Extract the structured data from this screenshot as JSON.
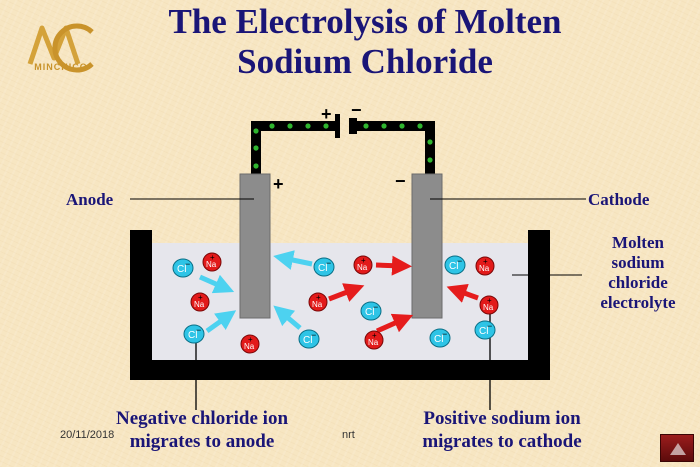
{
  "title": {
    "line1": "The Electrolysis of Molten",
    "line2": "Sodium Chloride"
  },
  "logo": {
    "text": "MINCHICO"
  },
  "battery": {
    "plus": "+",
    "minus": "−"
  },
  "electrodes": {
    "anode": {
      "label": "Anode",
      "sign": "+"
    },
    "cathode": {
      "label": "Cathode",
      "sign": "−"
    }
  },
  "electrolyte": {
    "lines": [
      "Molten",
      "sodium",
      "chloride",
      "electrolyte"
    ]
  },
  "ions": {
    "chloride": "Cl",
    "chloride_charge": "−",
    "sodium": "Na",
    "sodium_charge": "+"
  },
  "captions": {
    "left": [
      "Negative chloride ion",
      "migrates to anode"
    ],
    "right": [
      "Positive sodium ion",
      "migrates to cathode"
    ]
  },
  "footer": {
    "date": "20/11/2018",
    "note": "nrt"
  },
  "colors": {
    "title": "#1a1577",
    "electrolyte": "#e6e6ec",
    "electrode": "#8c8c8c",
    "chloride_ion": "#2ec4e6",
    "sodium_ion": "#e21a1a",
    "chloride_arrow": "#4dd2f0",
    "sodium_arrow": "#e51c1c",
    "wire_dot": "#2fb52f"
  }
}
